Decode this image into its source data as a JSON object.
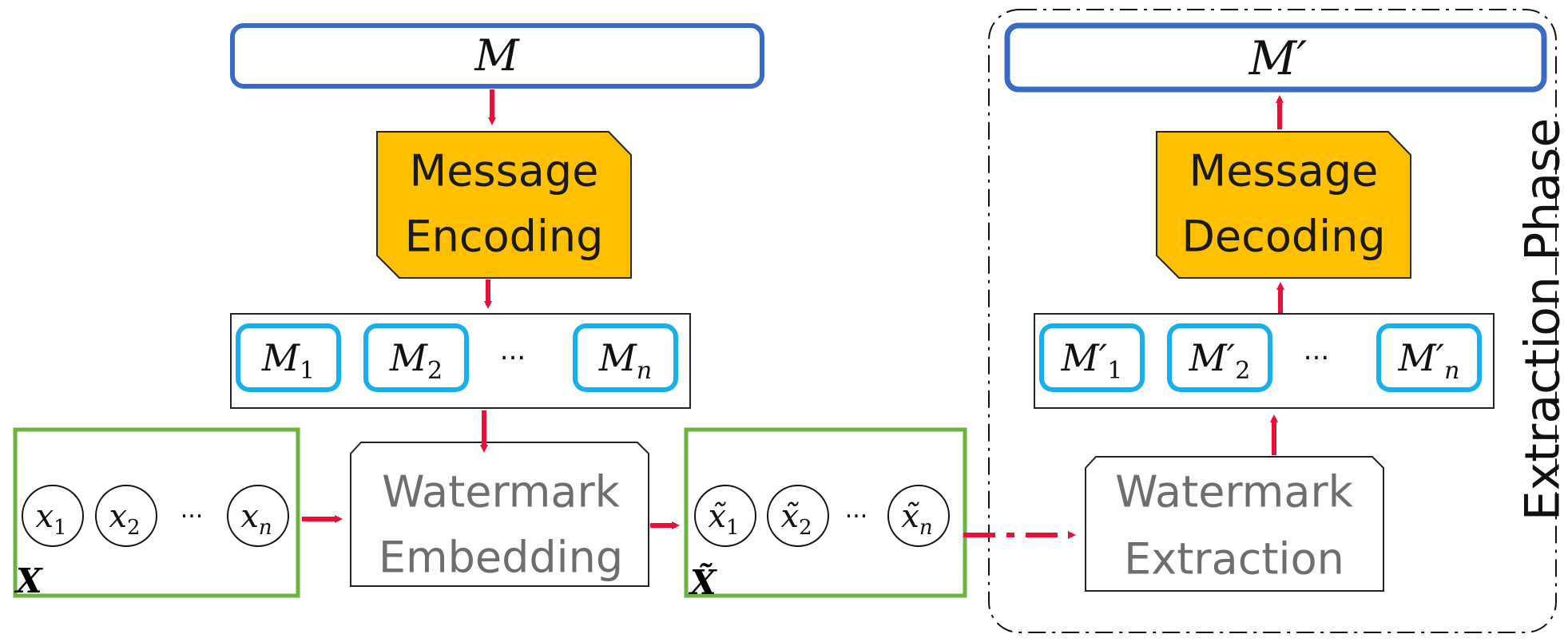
{
  "message": {
    "input_label": "M",
    "output_label": "M′"
  },
  "encoding_block": {
    "line1": "Message",
    "line2": "Encoding"
  },
  "decoding_block": {
    "line1": "Message",
    "line2": "Decoding"
  },
  "embedding_block": {
    "line1": "Watermark",
    "line2": "Embedding"
  },
  "extraction_block": {
    "line1": "Watermark",
    "line2": "Extraction"
  },
  "segments_in": {
    "items": [
      "M",
      "M",
      "M"
    ],
    "subs": [
      "1",
      "2",
      "n"
    ],
    "ellipsis": "···"
  },
  "segments_out": {
    "items": [
      "M′",
      "M′",
      "M′"
    ],
    "subs": [
      "1",
      "2",
      "n"
    ],
    "ellipsis": "···"
  },
  "input_tokens": {
    "items": [
      "x",
      "x",
      "x"
    ],
    "subs": [
      "1",
      "2",
      "n"
    ],
    "ellipsis": "···",
    "group_label": "X"
  },
  "output_tokens": {
    "items": [
      "x̃",
      "x̃",
      "x̃"
    ],
    "subs": [
      "1",
      "2",
      "n"
    ],
    "ellipsis": "···",
    "group_label": "X̃"
  },
  "phase_label": "Extraction Phase",
  "colors": {
    "message_border": "#3a6bc4",
    "segment_border": "#17b0ea",
    "token_group_border": "#6db33f",
    "block_fill": "#ffc000",
    "arrow": "#e8103a",
    "gray_text": "#6e6e6e"
  }
}
